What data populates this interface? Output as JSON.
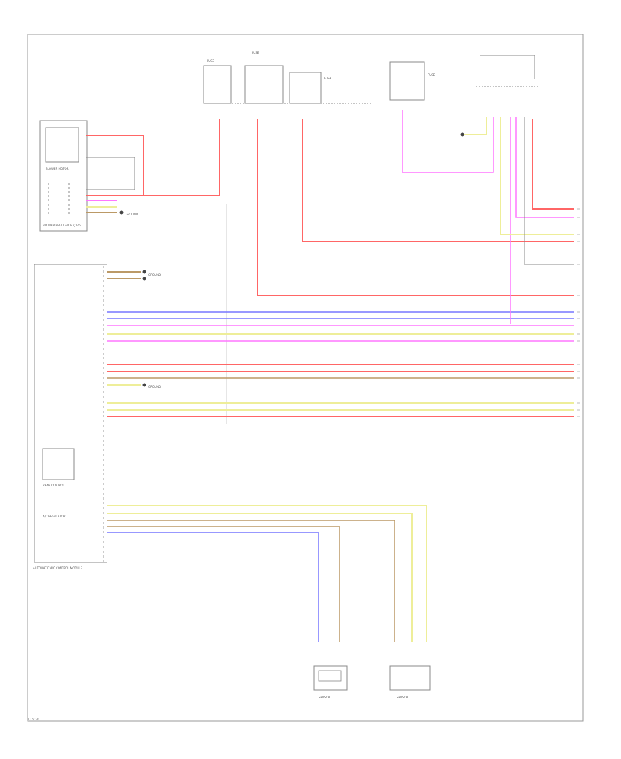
{
  "footer_code": "11 of 20",
  "components": {
    "blower_motor_label": "BLOWER MOTOR",
    "blower_regulator_label": "BLOWER REGULATOR (J126)",
    "fuse_left_label": "FUSE",
    "fuse_mid_label": "FUSE",
    "fuse_right_label": "FUSE",
    "fuse_top_right_label": "FUSE",
    "ground_label_1": "GROUND",
    "ground_label_2": "GROUND",
    "ground_label_3": "GROUND",
    "control_module_label": "AUTOMATIC A/C CONTROL MODULE",
    "rear_control_label": "REAR CONTROL",
    "ac_reg_label": "A/C REGULATOR",
    "sensor_left_label": "SENSOR",
    "sensor_right_label": "SENSOR"
  },
  "wire_colors": {
    "red": "#ff6666",
    "blue": "#7777ff",
    "pink": "#ff77ff",
    "yellow": "#eeee99",
    "brown": "#bb9966",
    "grey": "#888888",
    "frame": "#999999"
  }
}
